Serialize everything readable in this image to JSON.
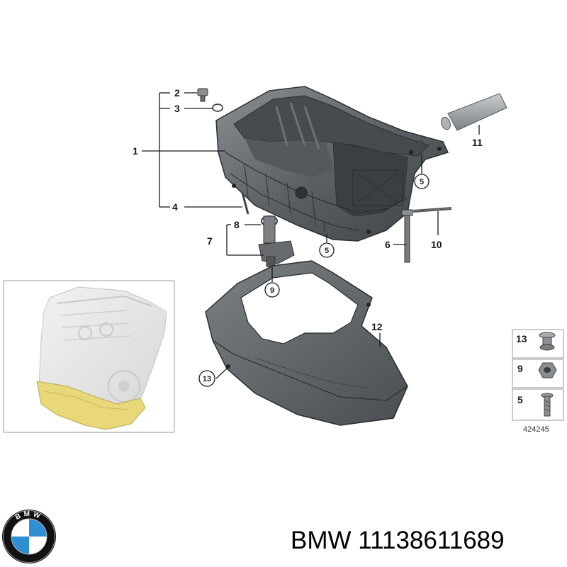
{
  "diagram": {
    "callouts": {
      "c1": "1",
      "c2": "2",
      "c3": "3",
      "c4": "4",
      "c5a": "5",
      "c5b": "5",
      "c6": "6",
      "c7": "7",
      "c8": "8",
      "c9": "9",
      "c10": "10",
      "c11": "11",
      "c12": "12",
      "c13": "13"
    },
    "legend": {
      "rows": [
        {
          "num": "13",
          "icon": "push-rivet-icon"
        },
        {
          "num": "9",
          "icon": "hex-nut-icon"
        },
        {
          "num": "5",
          "icon": "screw-icon"
        }
      ],
      "reference": "424245"
    },
    "inset": {
      "icon": "engine-assembly-icon",
      "highlight_color": "#e8d879"
    }
  },
  "brand": {
    "logo": "bmw-logo-icon",
    "logo_text": "BMW",
    "colors": {
      "blue": "#2f8fd3",
      "white": "#ffffff",
      "ring": "#111111"
    }
  },
  "caption": "BMW 11138611689"
}
